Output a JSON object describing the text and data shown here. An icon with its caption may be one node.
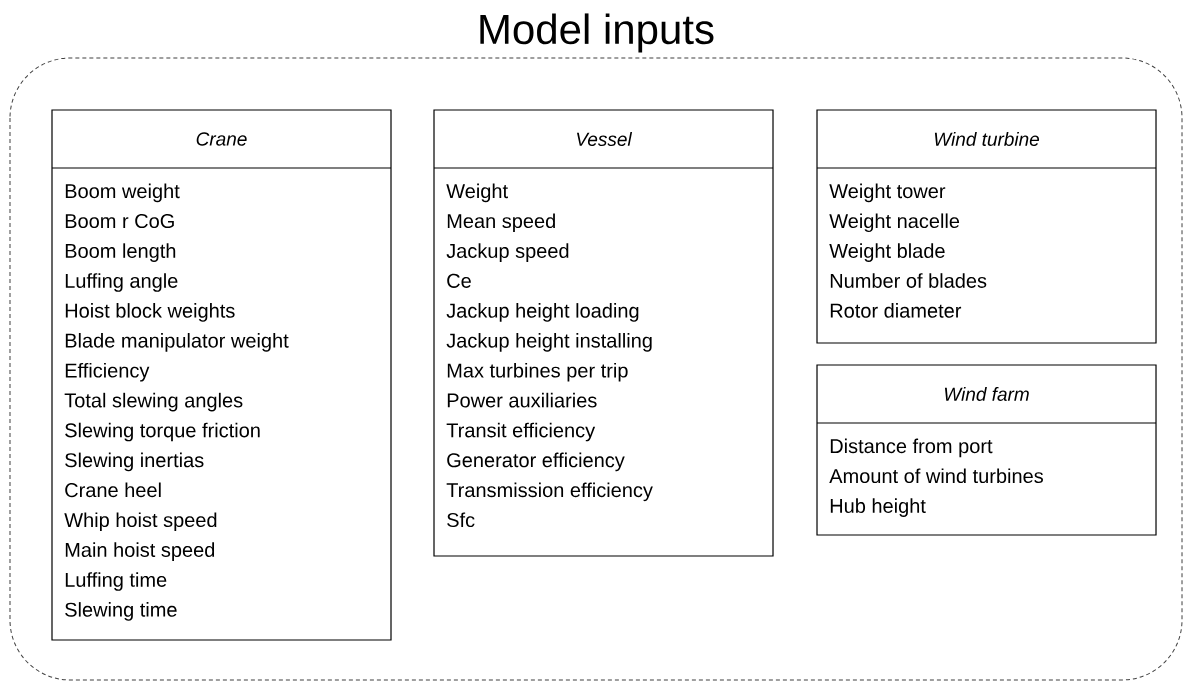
{
  "diagram": {
    "nodes": [
      {
        "text": [
          "Model inputs"
        ]
      },
      {
        "text": [
          "Crane",
          "Boom weight",
          "Boom r CoG",
          "Boom length",
          "Luffing angle",
          "Hoist block weights",
          "Blade manipulator weight",
          "Efficiency",
          "Total slewing angles",
          "Slewing torque friction",
          "Slewing inertias",
          "Crane heel",
          "Whip hoist speed",
          "Main hoist speed",
          "Luffing time",
          "Slewing time"
        ],
        "in": 0
      },
      {
        "text": [
          "Vessel",
          "Weight",
          "Mean speed",
          "Jackup speed",
          "Ce",
          "Jackup height loading",
          "Jackup height installing",
          "Max turbines per trip",
          "Power auxiliaries",
          "Transit efficiency",
          "Generator efficiency",
          "Transmission efficiency",
          "Sfc"
        ],
        "in": 0
      },
      {
        "text": [
          "Wind turbine",
          "Weight tower",
          "Weight nacelle",
          "Weight blade",
          "Number of blades",
          "Rotor diameter"
        ],
        "in": 0
      },
      {
        "text": [
          "Wind farm",
          "Distance from port",
          "Amount of wind turbines",
          "Hub height"
        ],
        "in": 0
      }
    ]
  }
}
